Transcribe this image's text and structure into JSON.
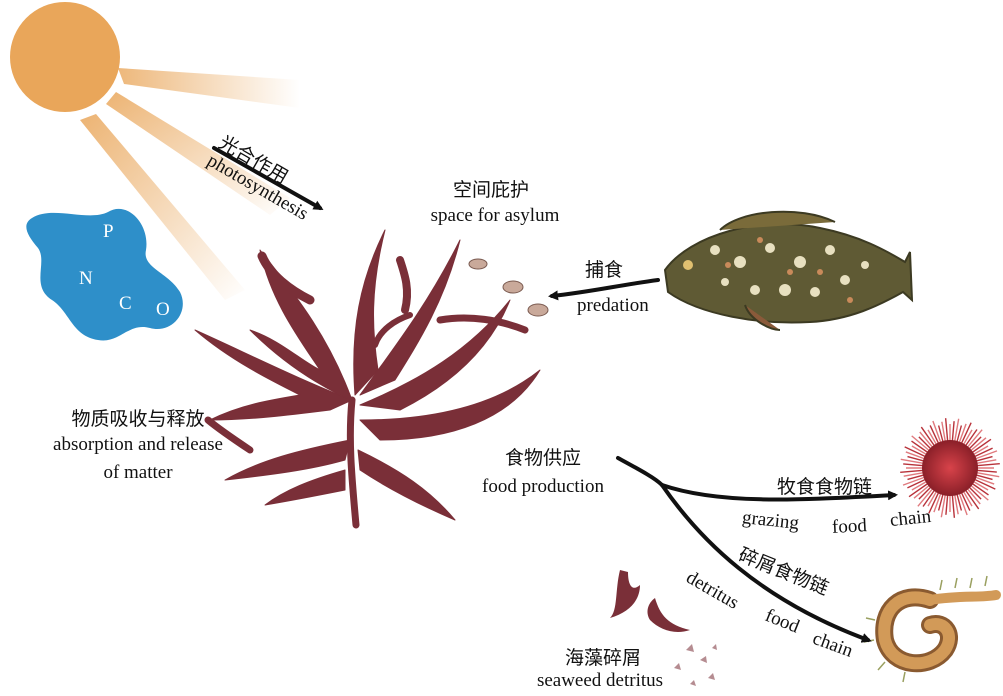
{
  "colors": {
    "sun": "#e9a65a",
    "seaweed": "#7a2f38",
    "seaweed_light": "#9a4a50",
    "nutrient_blob": "#2e8fc9",
    "arrow": "#111111",
    "fish_body": "#6b6a3a",
    "urchin": "#b8323a",
    "worm": "#c89050"
  },
  "nutrients": {
    "p": "P",
    "n": "N",
    "c": "C",
    "o": "O"
  },
  "labels": {
    "photosynthesis_zh": "光合作用",
    "photosynthesis_en": "photosynthesis",
    "asylum_zh": "空间庇护",
    "asylum_en": "space for asylum",
    "predation_zh": "捕食",
    "predation_en": "predation",
    "absorption_zh": "物质吸收与释放",
    "absorption_en_1": "absorption and release",
    "absorption_en_2": "of matter",
    "food_zh": "食物供应",
    "food_en": "food production",
    "grazing_zh": "牧食食物链",
    "grazing_en_1": "grazing",
    "grazing_en_2": "food",
    "grazing_en_3": "chain",
    "detritus_chain_zh": "碎屑食物链",
    "detritus_chain_en_1": "detritus",
    "detritus_chain_en_2": "food",
    "detritus_chain_en_3": "chain",
    "seaweed_detritus_zh": "海藻碎屑",
    "seaweed_detritus_en": "seaweed detritus"
  },
  "icons": {
    "sun": "sun-icon",
    "nutrients": "nutrient-blob-icon",
    "seaweed": "seaweed-icon",
    "amphipods": "amphipod-icon",
    "fish": "fish-icon",
    "urchin": "sea-urchin-icon",
    "worm": "polychaete-worm-icon",
    "detritus": "seaweed-detritus-icon"
  }
}
